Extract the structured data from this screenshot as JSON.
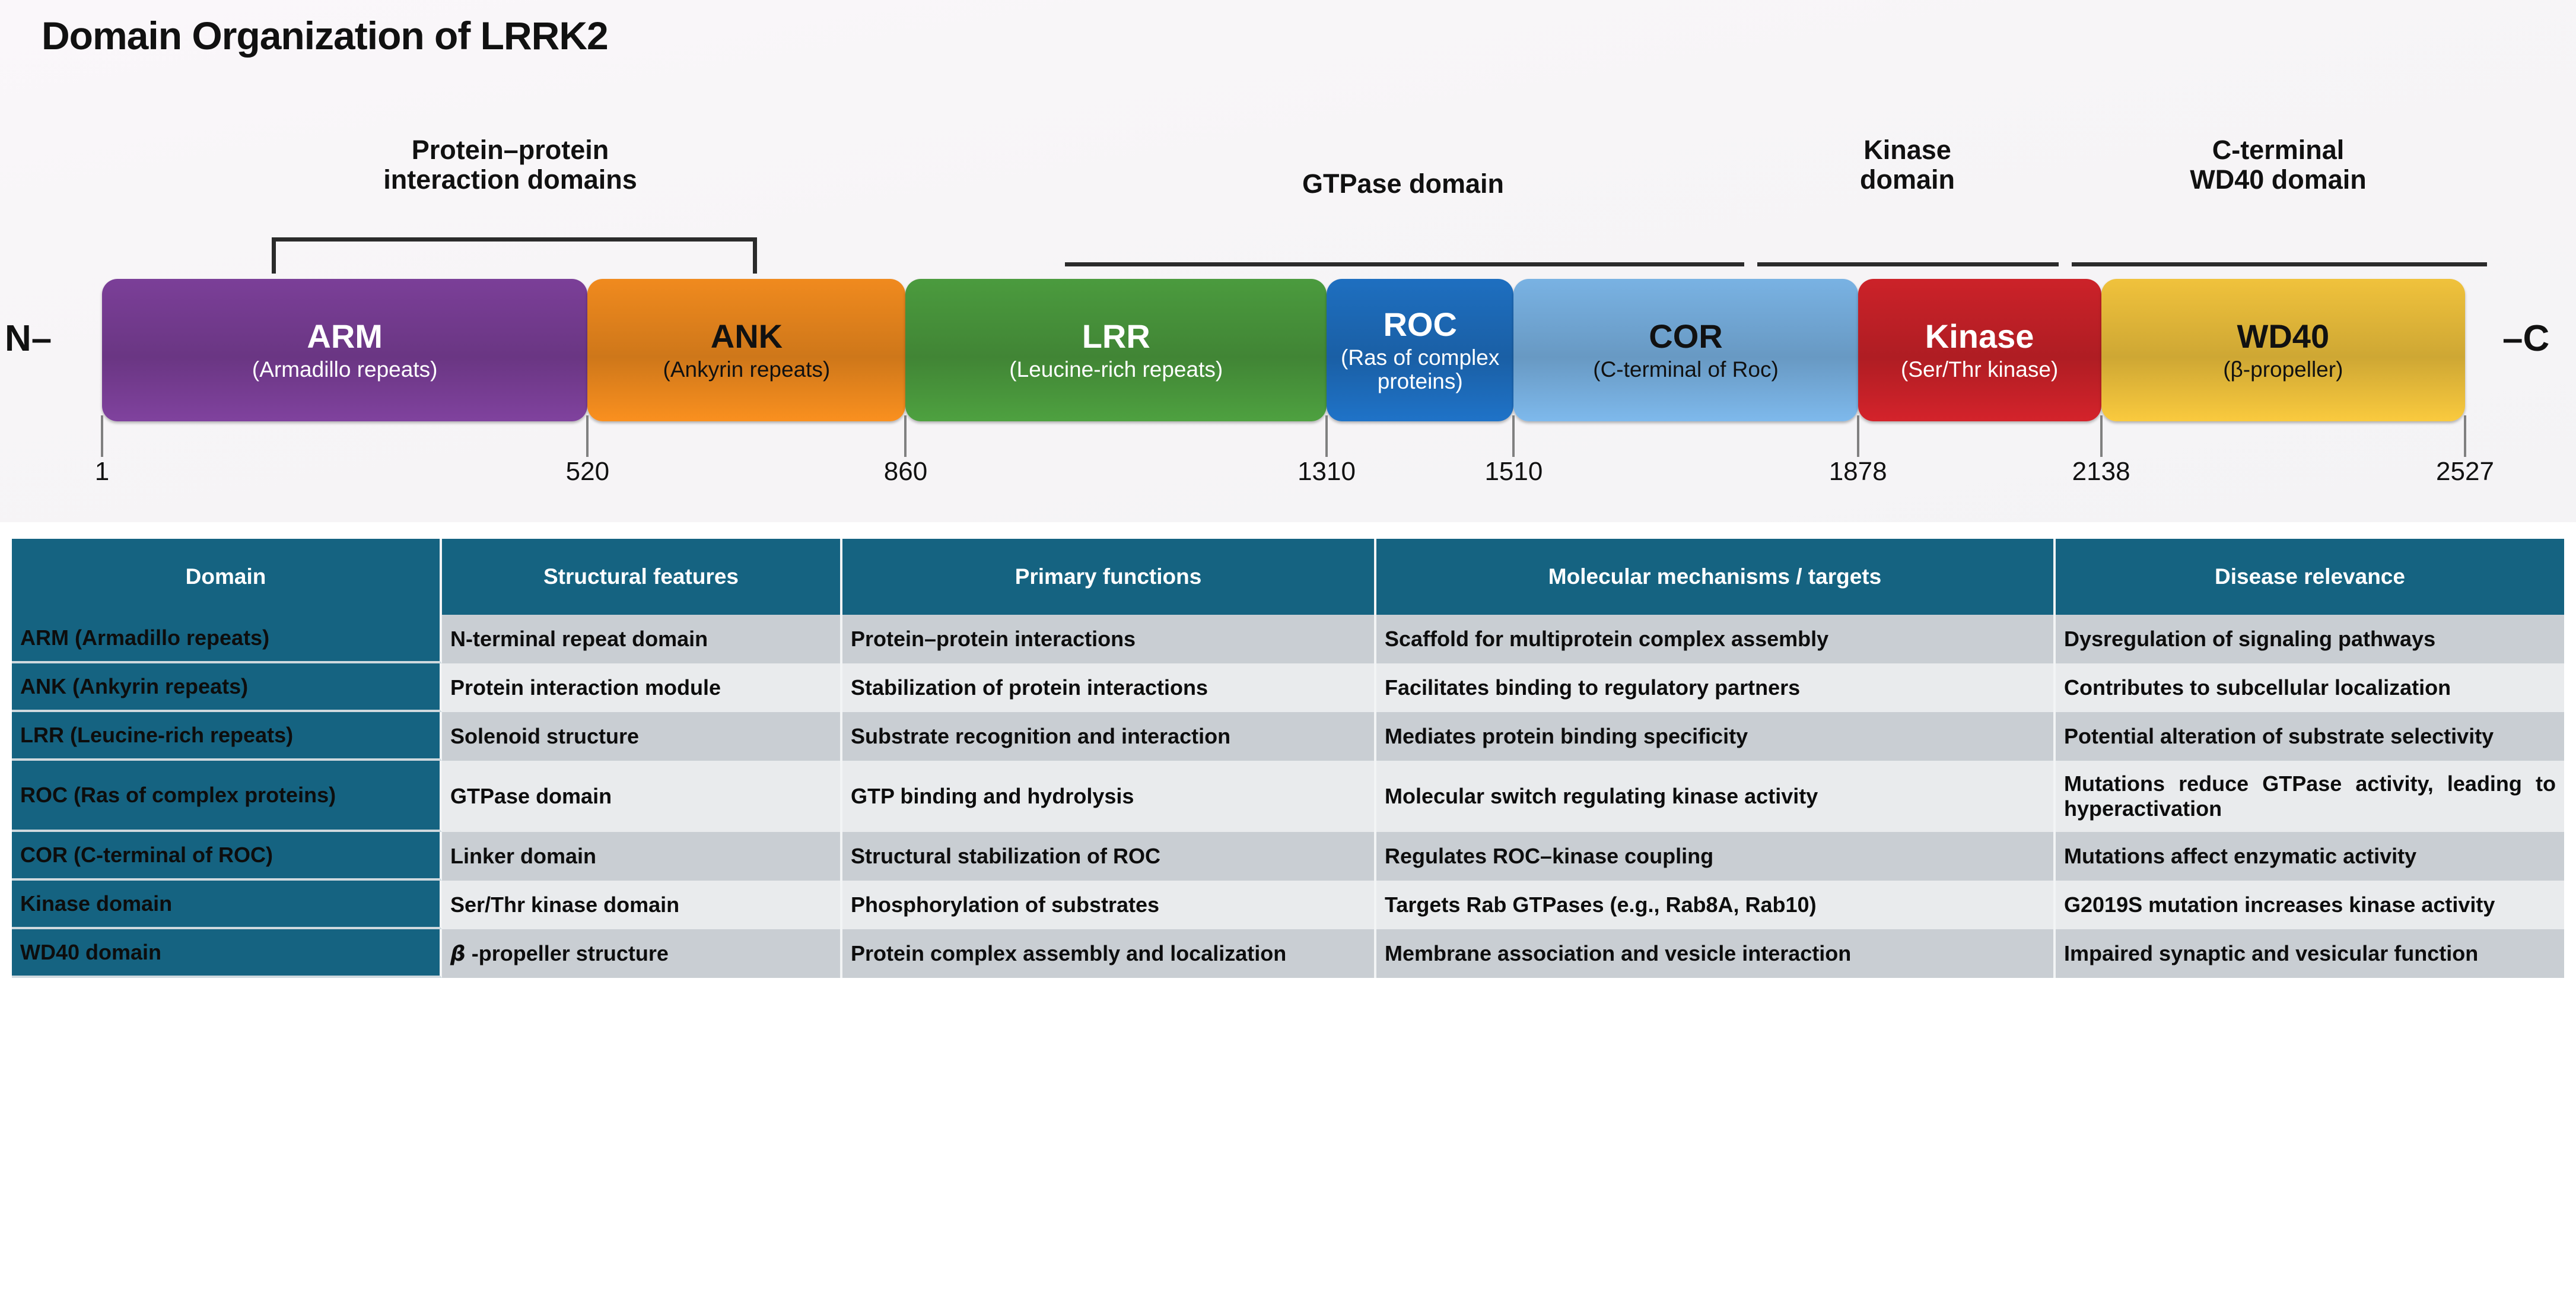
{
  "figure": {
    "title": "Domain Organization of LRRK2",
    "n_terminus_label": "N–",
    "c_terminus_label": "–C",
    "annotations": [
      {
        "text": "Protein–protein\ninteraction domains",
        "type": "bracket"
      },
      {
        "text": "GTPase domain",
        "type": "rule"
      },
      {
        "text": "Kinase\ndomain",
        "type": "rule"
      },
      {
        "text": "C-terminal\nWD40 domain",
        "type": "rule"
      }
    ],
    "domains": [
      {
        "abbr": "ARM",
        "full": "(Armadillo repeats)",
        "start": 1,
        "end": 520,
        "color": "#7B3F98",
        "text_color": "#ffffff"
      },
      {
        "abbr": "ANK",
        "full": "(Ankyrin repeats)",
        "start": 520,
        "end": 860,
        "color": "#F08A1E",
        "text_color": "#111111"
      },
      {
        "abbr": "LRR",
        "full": "(Leucine-rich repeats)",
        "start": 860,
        "end": 1310,
        "color": "#4B9B3E",
        "text_color": "#ffffff"
      },
      {
        "abbr": "ROC",
        "full": "(Ras of complex proteins)",
        "start": 1310,
        "end": 1510,
        "color": "#1E6FC0",
        "text_color": "#ffffff"
      },
      {
        "abbr": "COR",
        "full": "(C-terminal of Roc)",
        "start": 1510,
        "end": 1878,
        "color": "#79B2E3",
        "text_color": "#111111"
      },
      {
        "abbr": "Kinase",
        "full": "(Ser/Thr kinase)",
        "start": 1878,
        "end": 2138,
        "color": "#CC2229",
        "text_color": "#ffffff"
      },
      {
        "abbr": "WD40",
        "full": "(β-propeller)",
        "start": 2138,
        "end": 2527,
        "color": "#F0C23C",
        "text_color": "#111111"
      }
    ],
    "scale_ticks": [
      "1",
      "520",
      "860",
      "1310",
      "1510",
      "1878",
      "2138",
      "2527"
    ]
  },
  "table": {
    "headers": [
      "Domain",
      "Structural features",
      "Primary functions",
      "Molecular mechanisms / targets",
      "Disease relevance"
    ],
    "rows": [
      {
        "domain": "ARM (Armadillo repeats)",
        "structural": "N-terminal repeat domain",
        "functions": "Protein–protein interactions",
        "mechanisms": "Scaffold for multiprotein complex assembly",
        "disease": "Dysregulation of signaling pathways"
      },
      {
        "domain": "ANK (Ankyrin repeats)",
        "structural": "Protein interaction module",
        "functions": "Stabilization of protein interactions",
        "mechanisms": "Facilitates binding to regulatory partners",
        "disease": "Contributes to subcellular localization"
      },
      {
        "domain": "LRR (Leucine-rich repeats)",
        "structural": "Solenoid structure",
        "functions": "Substrate recognition and interaction",
        "mechanisms": "Mediates protein binding specificity",
        "disease": "Potential alteration of substrate selectivity"
      },
      {
        "domain": "ROC (Ras of complex proteins)",
        "structural": "GTPase domain",
        "functions": "GTP binding and hydrolysis",
        "mechanisms": "Molecular switch regulating kinase activity",
        "disease": "Mutations reduce GTPase activity, leading to hyperactivation"
      },
      {
        "domain": "COR (C-terminal of ROC)",
        "structural": "Linker domain",
        "functions": "Structural stabilization of ROC",
        "mechanisms": "Regulates ROC–kinase coupling",
        "disease": "Mutations affect enzymatic activity"
      },
      {
        "domain": "Kinase domain",
        "structural": "Ser/Thr kinase domain",
        "functions": "Phosphorylation of substrates",
        "mechanisms": "Targets Rab GTPases (e.g., Rab8A, Rab10)",
        "disease": "G2019S mutation increases kinase activity"
      },
      {
        "domain": "WD40 domain",
        "structural": "β -propeller structure",
        "functions": "Protein complex assembly and localization",
        "mechanisms": "Membrane association and vesicle interaction",
        "disease": "Impaired synaptic and vesicular function"
      }
    ]
  },
  "colors": {
    "table_header_bg": "#156381",
    "table_domain_col_bg": "#156381",
    "band_a": "#c9ced3",
    "band_b": "#e9ebed"
  }
}
